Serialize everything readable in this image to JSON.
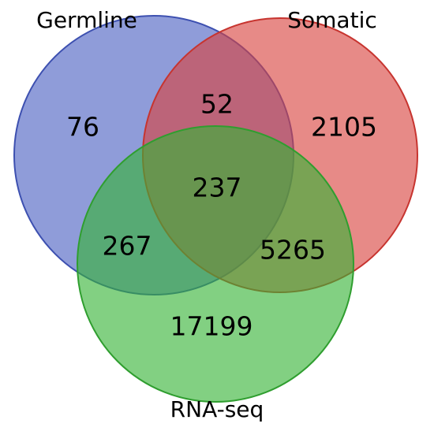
{
  "sets": [
    {
      "key": "germline",
      "label": "Germline",
      "fill": "#4a5fc1",
      "stroke": "#3d50b0"
    },
    {
      "key": "somatic",
      "label": "Somatic",
      "fill": "#d9423e",
      "stroke": "#c7342f"
    },
    {
      "key": "rnaseq",
      "label": "RNA-seq",
      "fill": "#35b335",
      "stroke": "#2f9e2f"
    }
  ],
  "regions": {
    "germline_only": "76",
    "somatic_only": "2105",
    "rnaseq_only": "17199",
    "germline_somatic": "52",
    "germline_rnaseq": "267",
    "somatic_rnaseq": "5265",
    "all_three": "237"
  }
}
